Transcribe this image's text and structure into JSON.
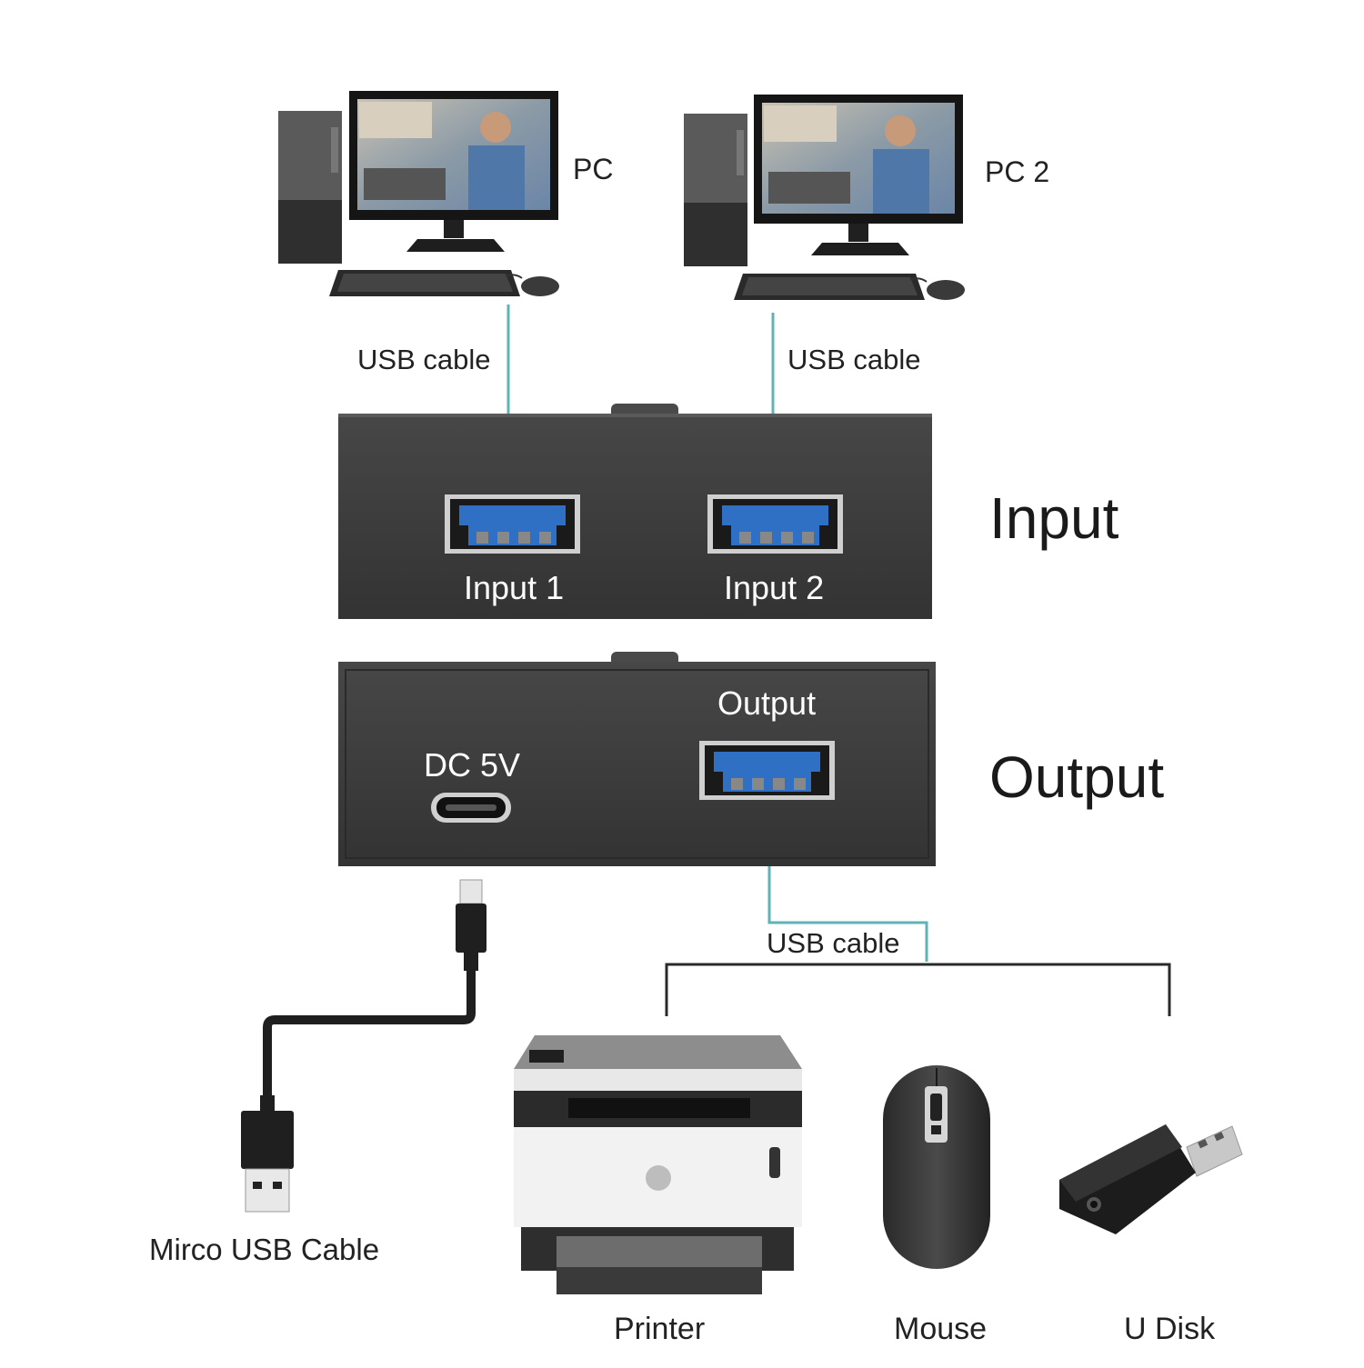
{
  "computers": [
    {
      "label": "PC",
      "cable_label": "USB cable"
    },
    {
      "label": "PC 2",
      "cable_label": "USB cable"
    }
  ],
  "input_panel": {
    "title": "Input",
    "ports": [
      {
        "label": "Input 1"
      },
      {
        "label": "Input 2"
      }
    ]
  },
  "output_panel": {
    "title": "Output",
    "power_label": "DC 5V",
    "port_label": "Output",
    "cable_label": "USB cable"
  },
  "power_cable": {
    "label": "Mirco USB Cable"
  },
  "devices": [
    {
      "label": "Printer",
      "icon": "printer-icon"
    },
    {
      "label": "Mouse",
      "icon": "mouse-icon"
    },
    {
      "label": "U Disk",
      "icon": "usb-adapter-icon"
    }
  ],
  "colors": {
    "connector": "#5fb3b6",
    "device_body": "#3c3c3c",
    "usb3_port": "#2f6fc4"
  }
}
